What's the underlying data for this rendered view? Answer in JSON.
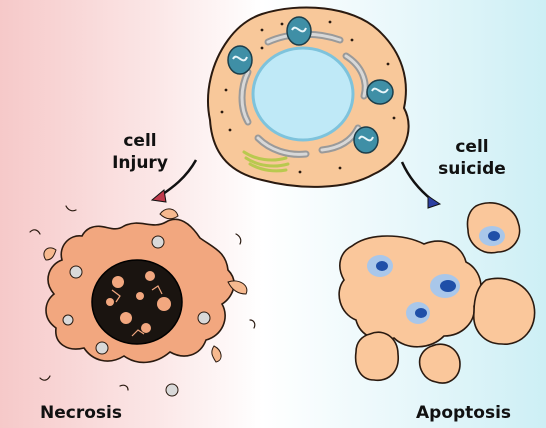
{
  "labels": {
    "injury_line1": "cell",
    "injury_line2": "Injury",
    "suicide_line1": "cell",
    "suicide_line2": "suicide",
    "necrosis": "Necrosis",
    "apoptosis": "Apoptosis"
  },
  "colors": {
    "cytoplasm": "#f8c89a",
    "cell_outline": "#2a1a10",
    "nucleus": "#bfe9f7",
    "mitochondria": "#3f8fa6",
    "golgi": "#c8d96a",
    "necrotic_cell": "#f2a77f",
    "necrotic_nucleus": "#1a1410",
    "apoptotic_body": "#fac79b",
    "apoptotic_nucleus": "#1f4fa8",
    "arrow_injury": "#c0394b",
    "arrow_suicide": "#2b3ea0"
  },
  "icons": {
    "arrow_left": "curved-arrow-icon",
    "arrow_right": "curved-arrow-icon"
  }
}
